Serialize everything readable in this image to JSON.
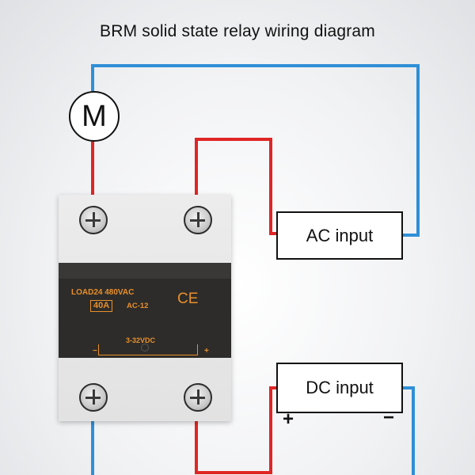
{
  "title": "BRM solid state relay wiring diagram",
  "motor_label": "M",
  "ac_input_label": "AC input",
  "dc_input_label": "DC input",
  "dc_plus": "+",
  "dc_minus": "−",
  "relay": {
    "load_text": "LOAD24 480VAC",
    "current_text": "40A",
    "model_text": "AC-12",
    "ce_mark": "CE",
    "control_voltage": "3-32VDC",
    "control_minus": "−",
    "control_plus": "+"
  },
  "colors": {
    "ac_wire": "#2f8fd6",
    "load_wire": "#e02525",
    "dc_plus_wire": "#e02525",
    "dc_minus_wire": "#2f8fd6",
    "label_text": "#e8902a",
    "label_panel": "#2e2c2a"
  }
}
